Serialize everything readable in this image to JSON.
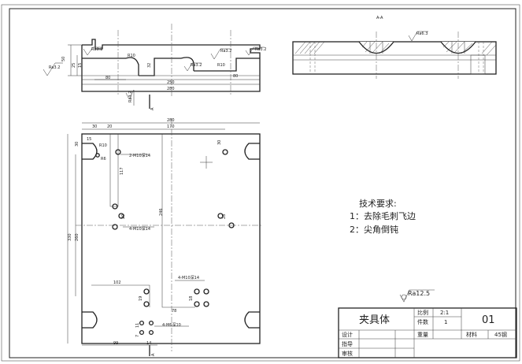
{
  "drawing": {
    "section_label": "A-A",
    "view_arrow_label": "A",
    "roughness_symbol_value": "Ra12.5",
    "roughness_small": "Ra3.2",
    "roughness_small_alt": "Ra6.3"
  },
  "front_view": {
    "dims": {
      "height_total": "50",
      "step_height": "25",
      "step_small": "15",
      "radius_left": "R10",
      "radius_right": "R10",
      "depth": "32",
      "pocket_left": "80",
      "pocket_right": "80",
      "inner_width": "250",
      "overall_width": "280"
    }
  },
  "top_view": {
    "dims": {
      "overall_width": "280",
      "left_offset_30": "30",
      "left_offset_20": "20",
      "hole_span_170": "170",
      "edge_15": "15",
      "edge_30": "30",
      "radius": "R10",
      "r_small": "R6",
      "hole_callout_1": "2-M10深14",
      "hole_callout_2": "4-M10深14",
      "hole_callout_3": "4-M10深14",
      "hole_callout_4": "4-M6深10",
      "vert_117": "117",
      "vert_246": "246",
      "vert_30_r": "30",
      "vert_28": "28",
      "vert_20": "20",
      "overall_height": "330",
      "inner_height": "260",
      "pitch_102": "102",
      "pitch_19": "19",
      "pitch_18": "18",
      "pitch_78": "78",
      "pitch_7": "7",
      "pitch_11": "11",
      "bottom_99": "99",
      "bottom_14": "14",
      "section_mark_bottom": "A"
    }
  },
  "notes": {
    "title": "技术要求:",
    "items": [
      "1：去除毛刺飞边",
      "2：尖角倒钝"
    ]
  },
  "title_block": {
    "part_name": "夹具体",
    "scale_label": "比例",
    "scale_value": "2:1",
    "qty_label": "件数",
    "qty_value": "1",
    "weight_label": "重量",
    "material_label": "材料",
    "material_value": "45钢",
    "drawing_no": "01",
    "design_label": "设计",
    "guide_label": "指导",
    "review_label": "审核"
  }
}
